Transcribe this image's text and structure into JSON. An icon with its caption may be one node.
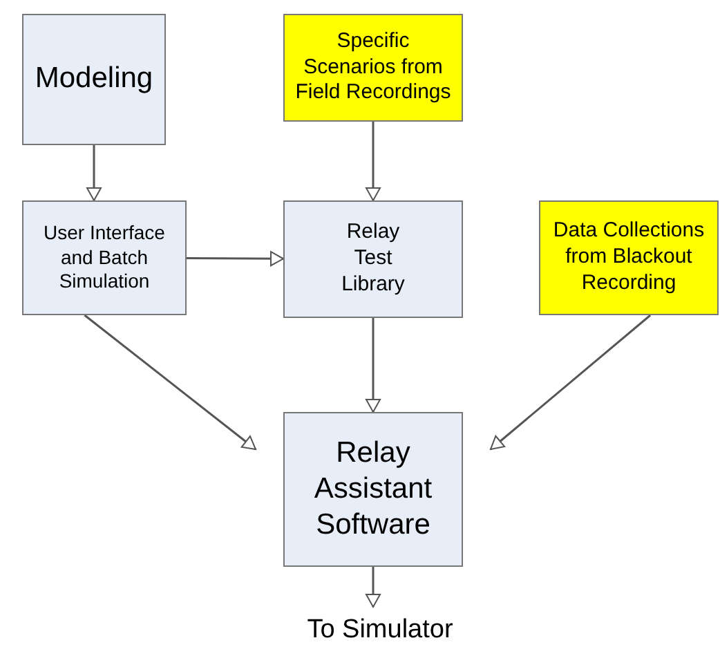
{
  "diagram": {
    "nodes": [
      {
        "text": [
          "Modeling"
        ]
      },
      {
        "text": [
          "Specific Scenarios from Field Recordings"
        ]
      },
      {
        "text": [
          "User Interface and Batch Simulation"
        ]
      },
      {
        "text": [
          "Relay Test Library"
        ]
      },
      {
        "text": [
          "Data Collections from Blackout Recording"
        ]
      },
      {
        "text": [
          "Relay Assistant Software"
        ]
      },
      {
        "text": [
          "To Simulator"
        ]
      }
    ],
    "edges": [
      {
        "from": 0,
        "to": 2,
        "arrow": "to"
      },
      {
        "from": 1,
        "to": 3,
        "arrow": "to"
      },
      {
        "from": 2,
        "to": 3,
        "arrow": "to"
      },
      {
        "from": 2,
        "to": 5,
        "arrow": "to"
      },
      {
        "from": 3,
        "to": 5,
        "arrow": "to"
      },
      {
        "from": 4,
        "to": 5,
        "arrow": "to"
      },
      {
        "from": 5,
        "to": 6,
        "arrow": "to"
      }
    ]
  }
}
